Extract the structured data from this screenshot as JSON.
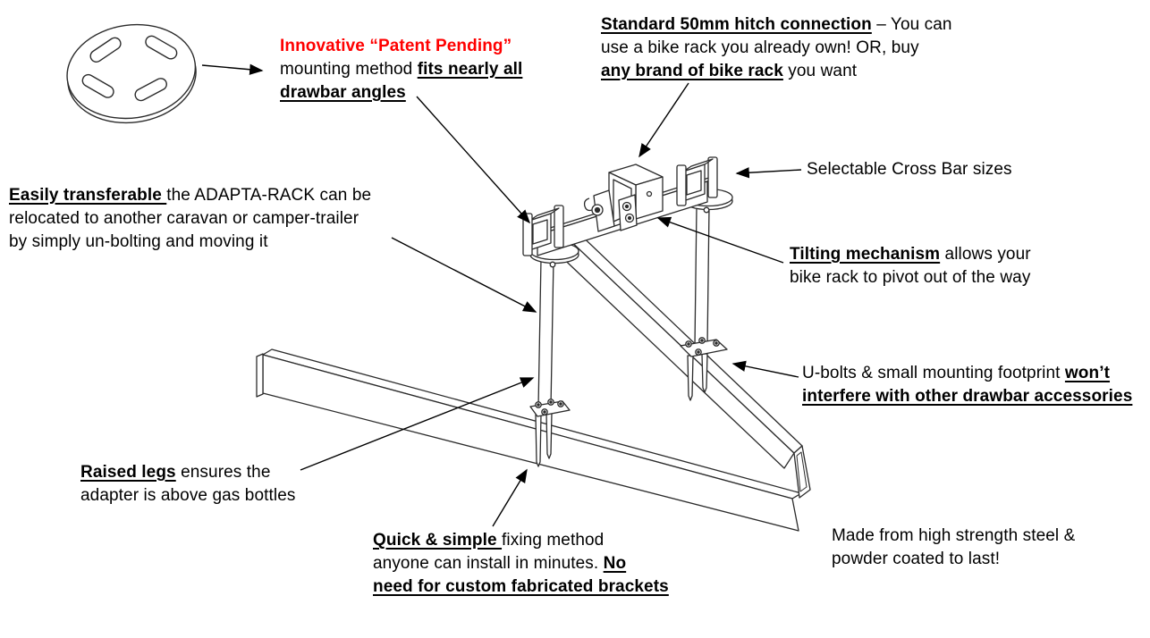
{
  "colors": {
    "accent_red": "#ff0000",
    "ink": "#000000",
    "line_art": "#2b2b2b"
  },
  "annotations": {
    "patent": {
      "lines": [
        [
          {
            "t": "Innovative “Patent Pending”",
            "s": "br"
          }
        ],
        [
          {
            "t": "mounting method ",
            "s": ""
          },
          {
            "t": "fits nearly all",
            "s": "bu"
          }
        ],
        [
          {
            "t": "drawbar angles",
            "s": "bu"
          }
        ]
      ]
    },
    "hitch": {
      "lines": [
        [
          {
            "t": "Standard 50mm hitch connection",
            "s": "bu"
          },
          {
            "t": " – You can",
            "s": ""
          }
        ],
        [
          {
            "t": "use a bike rack you already own! OR, buy",
            "s": ""
          }
        ],
        [
          {
            "t": "any brand of bike rack",
            "s": "bu"
          },
          {
            "t": " you want",
            "s": ""
          }
        ]
      ]
    },
    "crossbar": {
      "lines": [
        [
          {
            "t": "Selectable Cross Bar sizes",
            "s": ""
          }
        ]
      ]
    },
    "transferable": {
      "lines": [
        [
          {
            "t": "Easily transferable ",
            "s": "bu"
          },
          {
            "t": "the ADAPTA-RACK can be",
            "s": ""
          }
        ],
        [
          {
            "t": "relocated to another caravan or camper-trailer",
            "s": ""
          }
        ],
        [
          {
            "t": "by simply un-bolting and moving it",
            "s": ""
          }
        ]
      ]
    },
    "tilting": {
      "lines": [
        [
          {
            "t": "Tilting mechanism",
            "s": "bu"
          },
          {
            "t": " allows your",
            "s": ""
          }
        ],
        [
          {
            "t": "bike rack to pivot out of the way",
            "s": ""
          }
        ]
      ]
    },
    "ubolts": {
      "lines": [
        [
          {
            "t": "U-bolts & small mounting footprint ",
            "s": ""
          },
          {
            "t": "won’t",
            "s": "bu"
          }
        ],
        [
          {
            "t": "interfere with other drawbar accessories",
            "s": "bu"
          }
        ]
      ]
    },
    "raised": {
      "lines": [
        [
          {
            "t": "Raised legs",
            "s": "bu"
          },
          {
            "t": " ensures the",
            "s": ""
          }
        ],
        [
          {
            "t": "adapter is above gas bottles",
            "s": ""
          }
        ]
      ]
    },
    "quick": {
      "lines": [
        [
          {
            "t": "Quick & simple ",
            "s": "bu"
          },
          {
            "t": "fixing method",
            "s": ""
          }
        ],
        [
          {
            "t": "anyone can install in minutes. ",
            "s": ""
          },
          {
            "t": "No",
            "s": "bu"
          }
        ],
        [
          {
            "t": "need for custom fabricated brackets",
            "s": "bu"
          }
        ]
      ]
    },
    "steel": {
      "lines": [
        [
          {
            "t": "Made from high strength steel &",
            "s": ""
          }
        ],
        [
          {
            "t": "powder coated to last!",
            "s": ""
          }
        ]
      ]
    }
  }
}
